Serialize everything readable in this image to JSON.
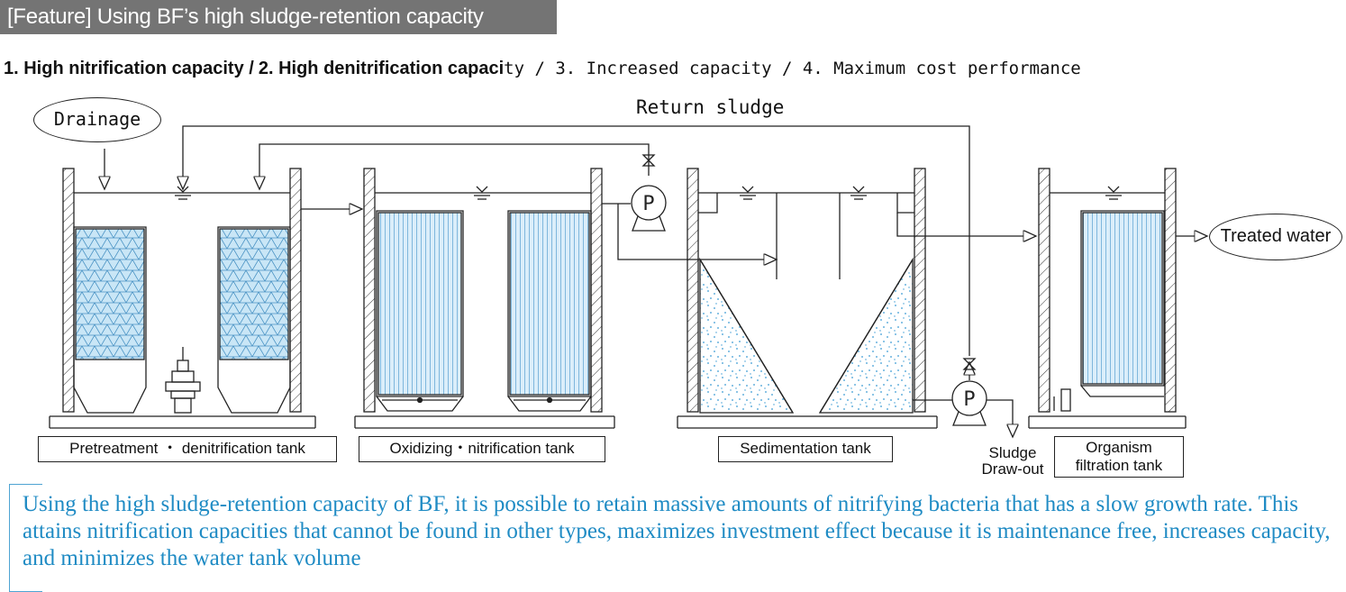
{
  "banner": {
    "title": "[Feature] Using BF’s high sludge-retention capacity"
  },
  "features": {
    "item1": "1. High nitrification capacity /",
    "item2": "2. High denitrification capaci",
    "item2_rest": "ty /  3. Increased capacity /  4. Maximum cost performance"
  },
  "diagram": {
    "drainage": "Drainage",
    "return_sludge": "Return sludge",
    "treated_water": "Treated water",
    "pump_label": "P",
    "tanks": [
      "Pretreatment ・ denitrification tank",
      "Oxidizing・nitrification tank",
      "Sedimentation tank",
      "Organism filtration tank"
    ],
    "sludge_drawout": {
      "line1": "Sludge",
      "line2": "Draw-out"
    }
  },
  "description": "Using the high sludge-retention capacity of BF, it is possible to retain massive amounts of nitrifying bacteria that has a slow growth rate. This attains nitrification capacities that cannot be found in other types, maximizes investment effect because it is maintenance free, increases capacity, and minimizes the water tank volume",
  "colors": {
    "banner_bg": "#747474",
    "description_text": "#1f8bc4",
    "media_fill": "#b8dcf0",
    "sediment_dots": "#3a9bd4"
  }
}
